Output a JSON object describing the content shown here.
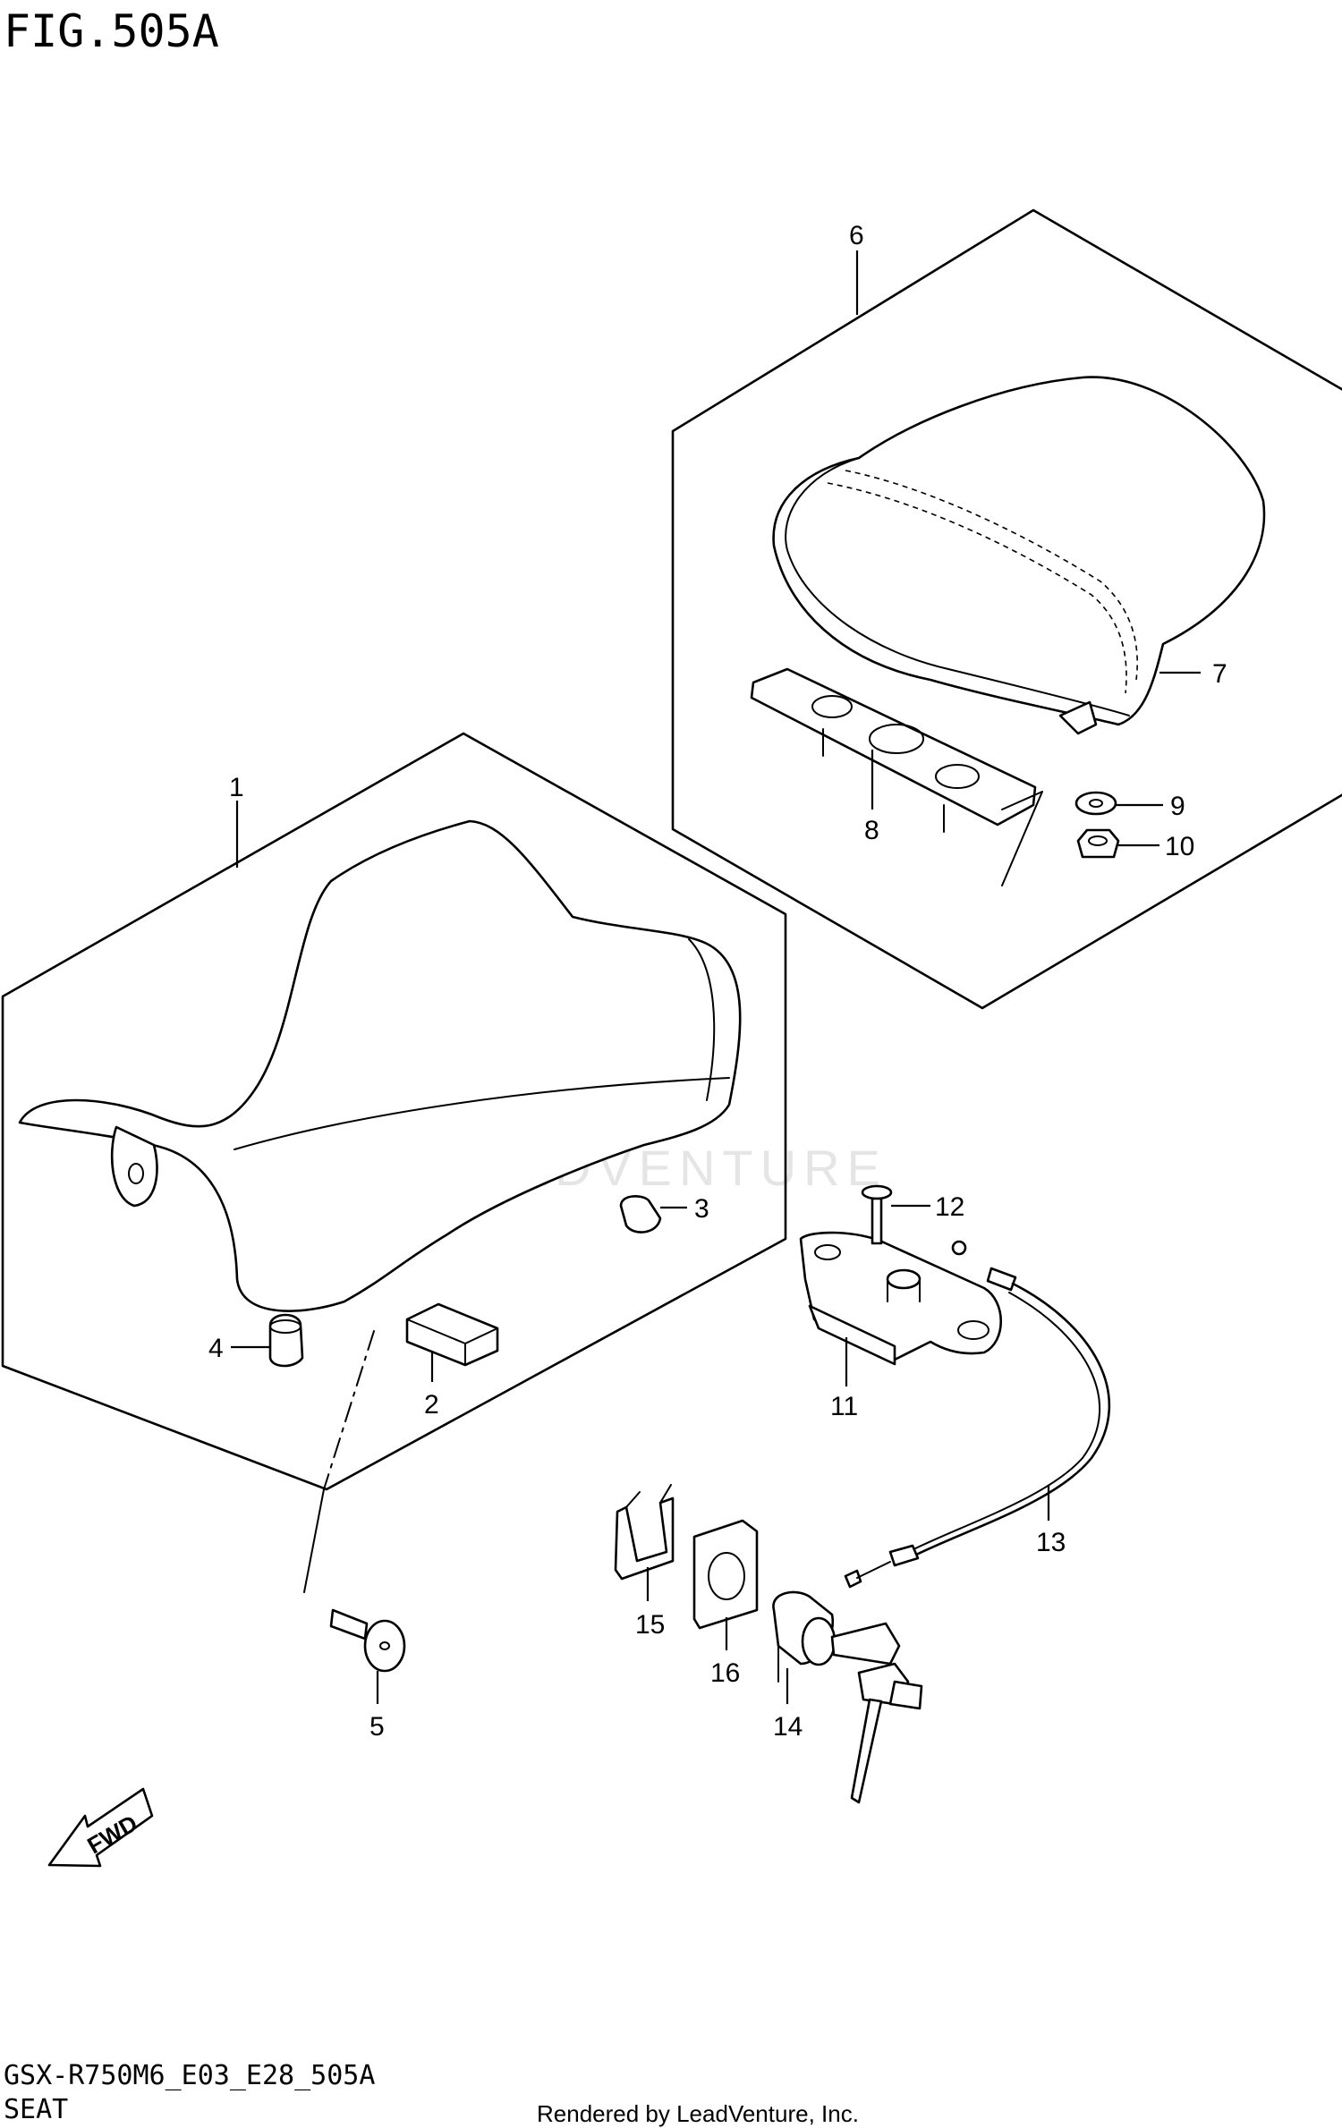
{
  "figure_title": "FIG.505A",
  "model_code": "GSX-R750M6_E03_E28_505A",
  "section_name": "SEAT",
  "credit": "Rendered by LeadVenture, Inc.",
  "watermark": "LEADVENTURE",
  "fwd_label": "FWD",
  "callouts": [
    "1",
    "2",
    "3",
    "4",
    "5",
    "6",
    "7",
    "8",
    "9",
    "10",
    "11",
    "12",
    "13",
    "14",
    "15",
    "16"
  ]
}
